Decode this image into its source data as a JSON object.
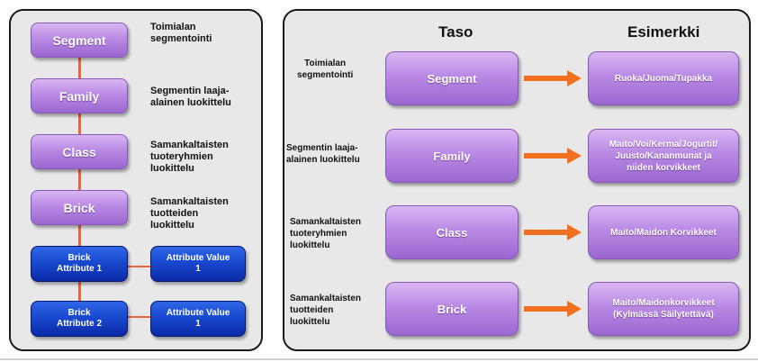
{
  "left": {
    "levels": [
      {
        "label": "Segment",
        "desc": "Toimialan\nsegmentointi"
      },
      {
        "label": "Family",
        "desc": "Segmentin laaja-\nalainen luokittelu"
      },
      {
        "label": "Class",
        "desc": "Samankaltaisten\ntuoteryhmien\nluokittelu"
      },
      {
        "label": "Brick",
        "desc": "Samankaltaisten\ntuotteiden\nluokittelu"
      }
    ],
    "attributes": [
      {
        "attr": "Brick\nAttribute 1",
        "value": "Attribute  Value\n1"
      },
      {
        "attr": "Brick\nAttribute  2",
        "value": "Attribute  Value\n1"
      }
    ]
  },
  "right": {
    "header_level": "Taso",
    "header_example": "Esimerkki",
    "rows": [
      {
        "desc": "Toimialan\nsegmentointi",
        "level": "Segment",
        "example": "Ruoka/Juoma/Tupakka"
      },
      {
        "desc": "Segmentin laaja-\nalainen luokittelu",
        "level": "Family",
        "example": "Maito/Voi/Kerma/Jogurtit/\nJuusto/Kananmunat ja\nniiden korvikkeet"
      },
      {
        "desc": "Samankaltaisten\ntuoteryhmien\nluokittelu",
        "level": "Class",
        "example": "Maito/Maidon Korvikkeet"
      },
      {
        "desc": "Samankaltaisten\ntuotteiden\nluokittelu",
        "level": "Brick",
        "example": "Maito/Maidonkorvikkeet\n(Kylmässä Säilytettävä)"
      }
    ]
  },
  "colors": {
    "connector": "#e8623a",
    "arrow": "#f07020",
    "level_box": "#b98ae4",
    "attribute_box": "#1746cc"
  }
}
